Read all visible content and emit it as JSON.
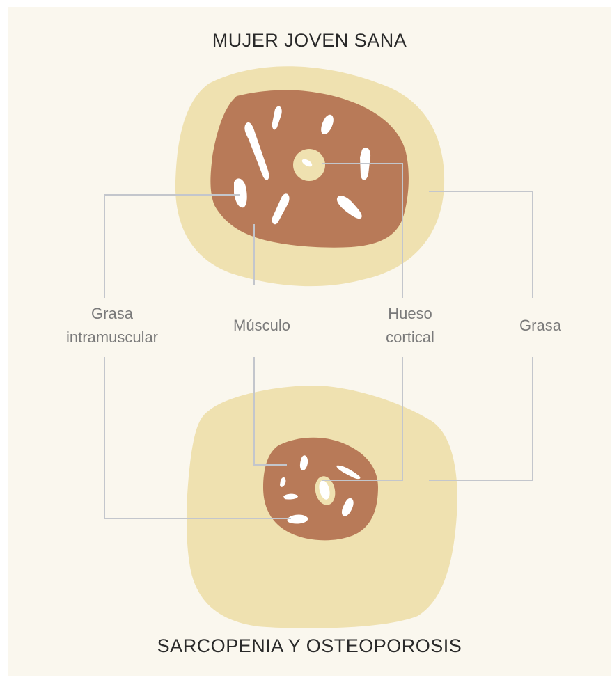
{
  "top_title": "MUJER JOVEN SANA",
  "bottom_title": "SARCOPENIA Y OSTEOPOROSIS",
  "labels": {
    "intramuscular_fat": {
      "line1": "Grasa",
      "line2": "intramuscular"
    },
    "muscle": "Músculo",
    "cortical_bone": {
      "line1": "Hueso",
      "line2": "cortical"
    },
    "fat": "Grasa"
  },
  "colors": {
    "background": "#faf7ee",
    "fat": "#efe1b0",
    "muscle": "#b87a58",
    "marbling": "#ffffff",
    "bone": "#efe1b0",
    "leader_lines": "#c3c6cc",
    "title_text": "#2a2a2a",
    "label_text": "#7a7a7a"
  }
}
